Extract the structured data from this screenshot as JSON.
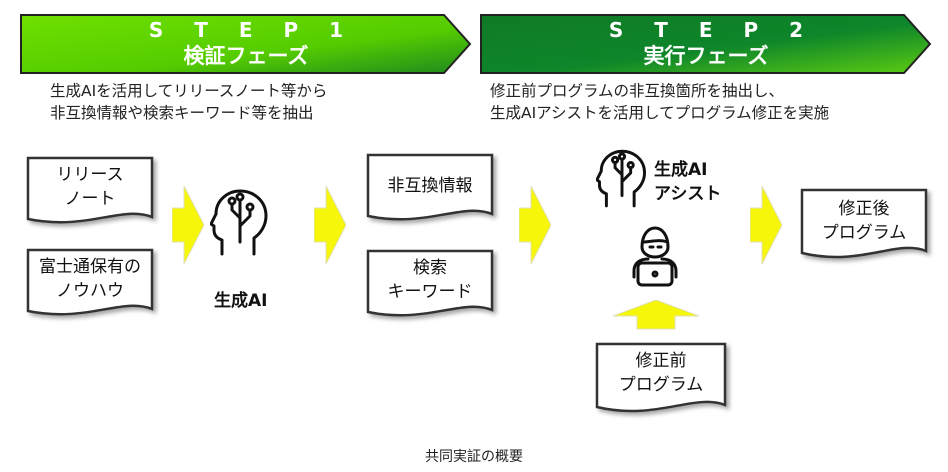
{
  "steps": [
    {
      "step_label": "S T E P 1",
      "phase_label": "検証フェーズ",
      "description": [
        "生成AIを活用してリリースノート等から",
        "非互換情報や検索キーワード等を抽出"
      ]
    },
    {
      "step_label": "S T E P 2",
      "phase_label": "実行フェーズ",
      "description": [
        "修正前プログラムの非互換箇所を抽出し、",
        "生成AIアシストを活用してプログラム修正を実施"
      ]
    }
  ],
  "inputs": {
    "release_note": [
      "リリース",
      "ノート"
    ],
    "fujitsu_knowhow": [
      "富士通保有の",
      "ノウハウ"
    ]
  },
  "generative_ai": {
    "label": "生成AI",
    "icon": "ai-head-icon"
  },
  "outputs": {
    "incompatibility_info": [
      "非互換情報"
    ],
    "search_keywords": [
      "検索",
      "キーワード"
    ]
  },
  "ai_assist": {
    "label": [
      "生成AI",
      "アシスト"
    ],
    "icon": "ai-head-icon",
    "user_icon": "person-laptop-icon"
  },
  "program_before": [
    "修正前",
    "プログラム"
  ],
  "program_after": [
    "修正後",
    "プログラム"
  ],
  "caption": "共同実証の概要",
  "colors": {
    "step1_light": "#66d600",
    "step1_dark": "#2e9a16",
    "step2_dark": "#0b7f2a",
    "step2_light": "#57c31a",
    "arrow_yellow": "#f6f60a",
    "border": "#222222"
  }
}
